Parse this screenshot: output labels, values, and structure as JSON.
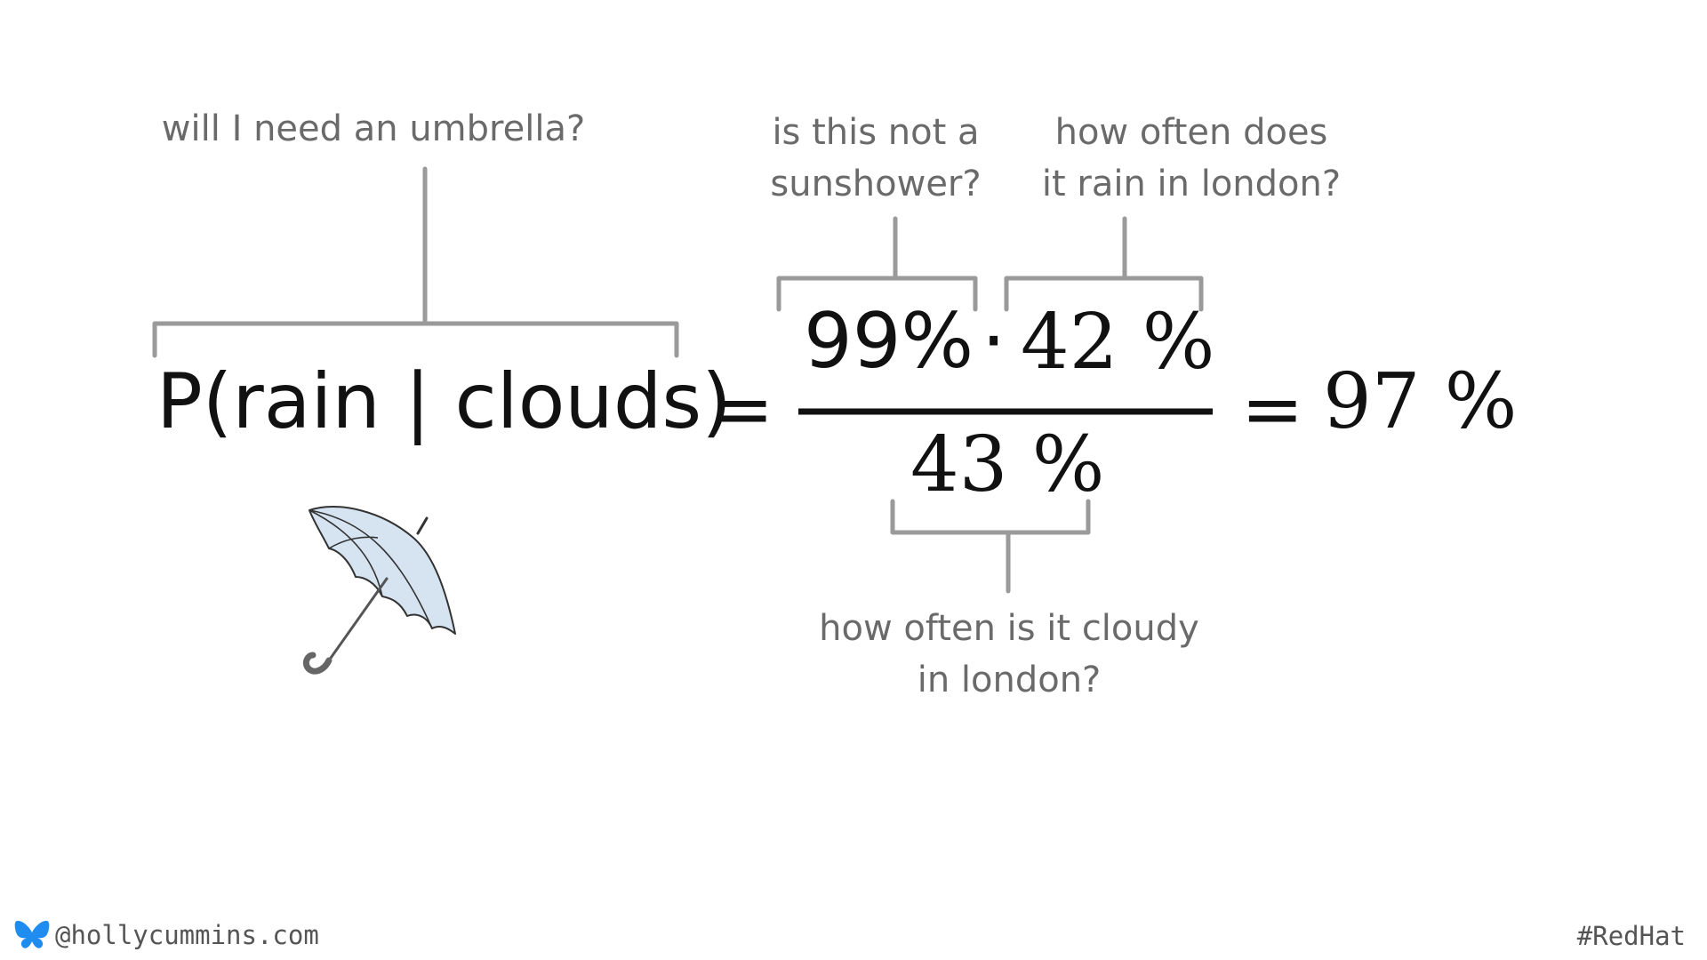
{
  "annotations": {
    "umbrella_question": "will I need an umbrella?",
    "sunshower": [
      "is this not a",
      "sunshower?"
    ],
    "rain_london": [
      "how often does",
      "it rain in london?"
    ],
    "cloudy_london": [
      "how often is it cloudy",
      "in london?"
    ]
  },
  "equation": {
    "lhs": "P(rain | clouds)",
    "equals": "=",
    "numerator_a": "99%",
    "dot": "·",
    "numerator_b": "42 %",
    "denominator": "43 %",
    "result": "97 %"
  },
  "footer": {
    "handle": "@hollycummins.com",
    "hashtag": "#RedHat"
  },
  "icons": {
    "umbrella": "umbrella-icon",
    "butterfly": "butterfly-icon"
  },
  "colors": {
    "bracket": "#9a9a9a",
    "text_main": "#111111",
    "text_note": "#6a6a6a",
    "umbrella_fill": "#d6e4f2",
    "butterfly": "#1f8cf0"
  }
}
